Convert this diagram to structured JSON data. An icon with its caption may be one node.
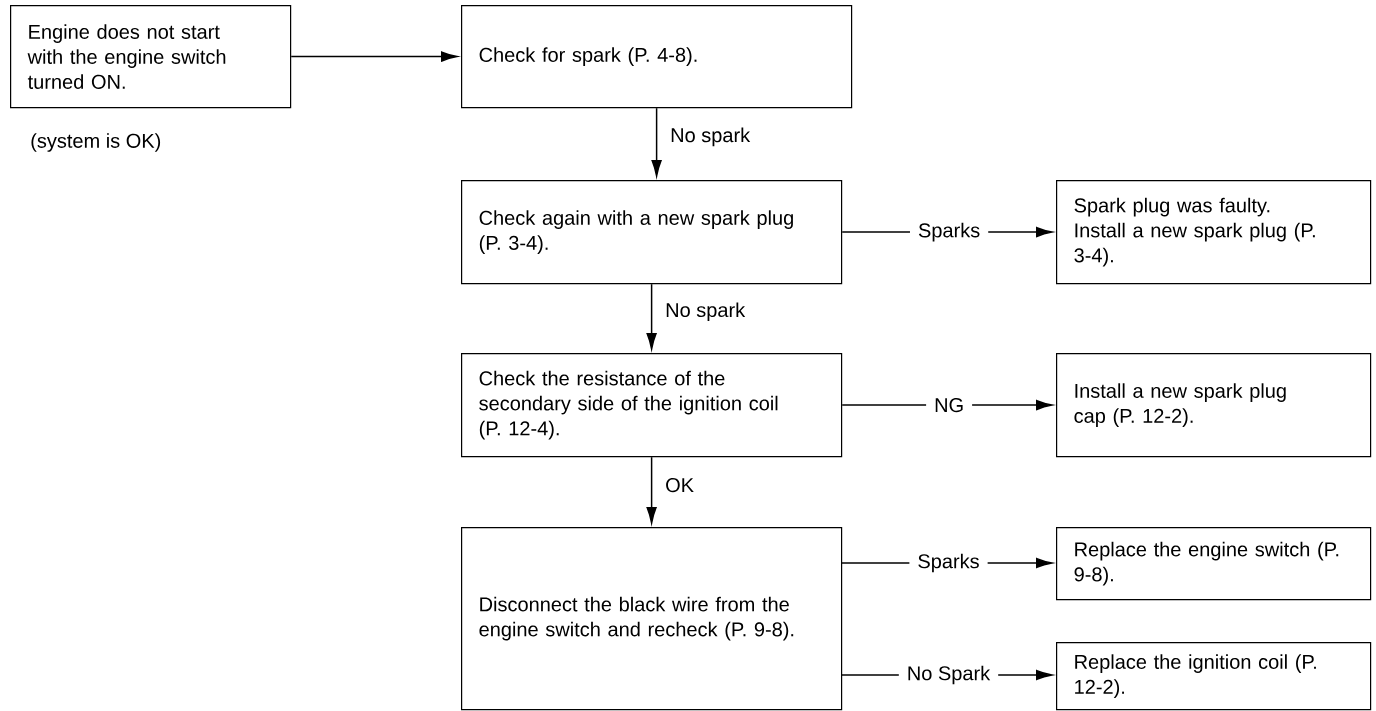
{
  "diagram": {
    "nodes": [
      {
        "text": [
          "Engine does not start with the engine switch turned ON."
        ],
        "beside": [
          "(system is OK)"
        ]
      },
      {
        "text": [
          "Check for spark (P. 4-8)."
        ]
      },
      {
        "text": [
          "Check again with a new spark plug (P. 3-4)."
        ]
      },
      {
        "text": [
          "Spark plug was faulty. Install a new spark plug (P. 3-4)."
        ]
      },
      {
        "text": [
          "Check the resistance of the secondary side of the ignition coil (P. 12-4)."
        ]
      },
      {
        "text": [
          "Install a new spark plug cap (P. 12-2)."
        ]
      },
      {
        "text": [
          "Disconnect the black wire from the engine switch and recheck (P. 9-8)."
        ]
      },
      {
        "text": [
          "Replace the engine switch (P. 9-8)."
        ]
      },
      {
        "text": [
          "Replace the ignition coil (P. 12-2)."
        ]
      }
    ],
    "edges": [
      {
        "from": 0,
        "to": 1,
        "arrow": "to"
      },
      {
        "from": 1,
        "to": 2,
        "arrow": "to",
        "label": "No spark"
      },
      {
        "from": 2,
        "to": 3,
        "arrow": "to",
        "label": "Sparks"
      },
      {
        "from": 2,
        "to": 4,
        "arrow": "to",
        "label": "No spark"
      },
      {
        "from": 4,
        "to": 5,
        "arrow": "to",
        "label": "NG"
      },
      {
        "from": 4,
        "to": 6,
        "arrow": "to",
        "label": "OK"
      },
      {
        "from": 6,
        "to": 7,
        "arrow": "to",
        "label": "Sparks"
      },
      {
        "from": 6,
        "to": 8,
        "arrow": "to",
        "label": "No Spark"
      }
    ]
  }
}
